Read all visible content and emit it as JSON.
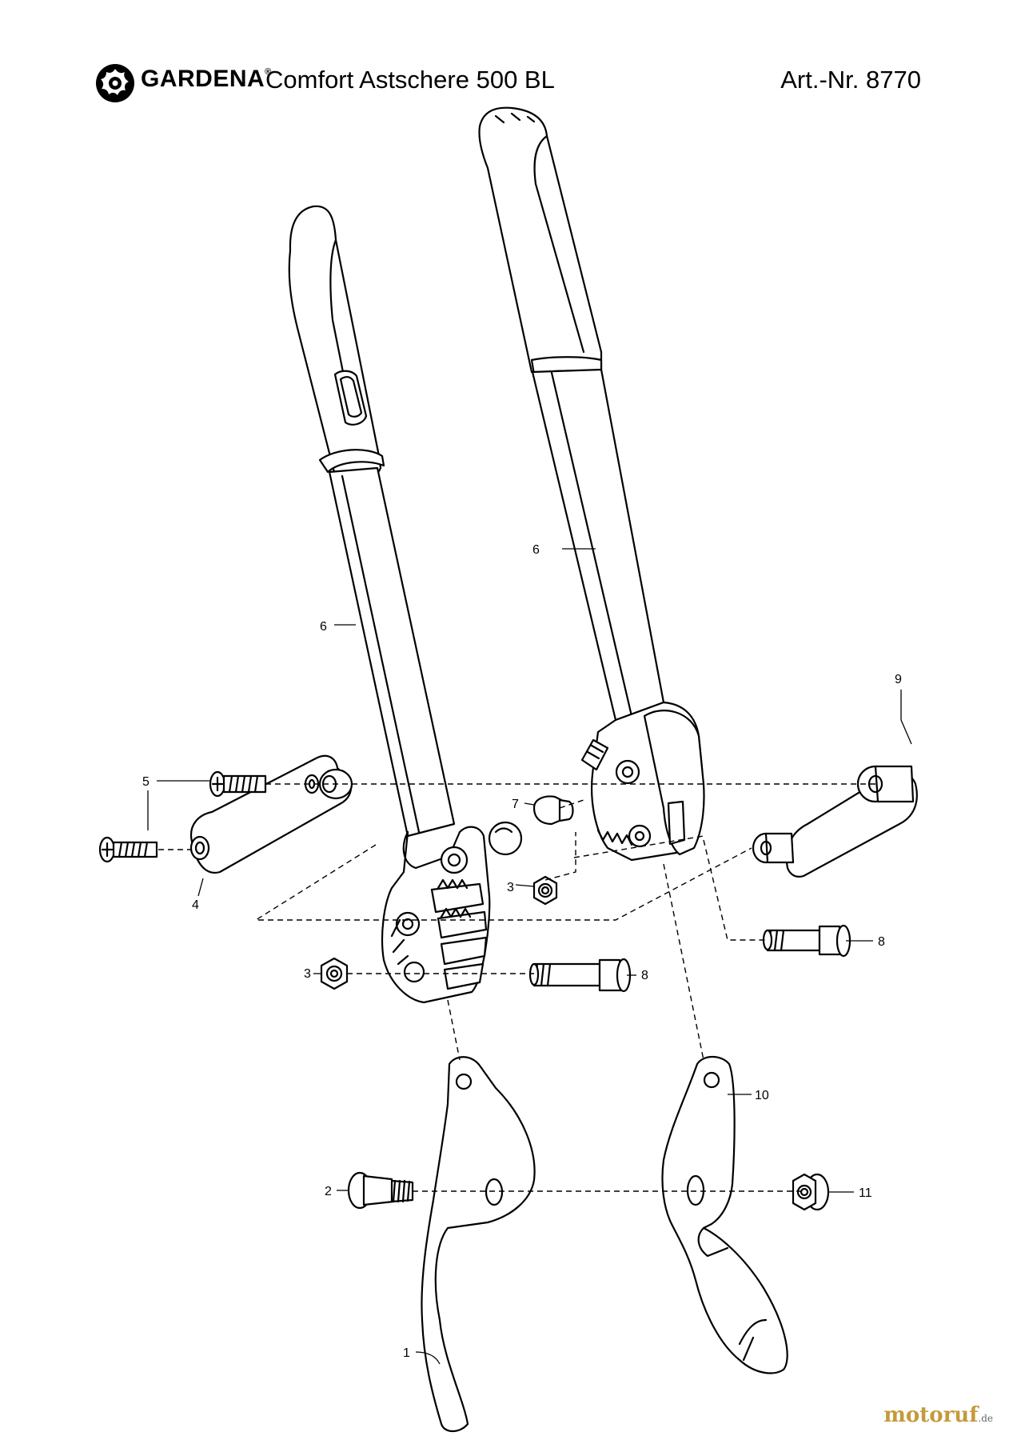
{
  "header": {
    "brand": "GARDENA",
    "brand_mark": "®",
    "product": "Comfort Astschere 500 BL",
    "article": "Art.-Nr. 8770"
  },
  "callouts": {
    "c1": "1",
    "c2": "2",
    "c3a": "3",
    "c3b": "3",
    "c4": "4",
    "c5": "5",
    "c6a": "6",
    "c6b": "6",
    "c7": "7",
    "c8a": "8",
    "c8b": "8",
    "c9": "9",
    "c10": "10",
    "c11": "11"
  },
  "watermark": {
    "name": "motoruf",
    "tld": ".de"
  },
  "icons": {
    "logo": "gardena-flower-logo"
  }
}
